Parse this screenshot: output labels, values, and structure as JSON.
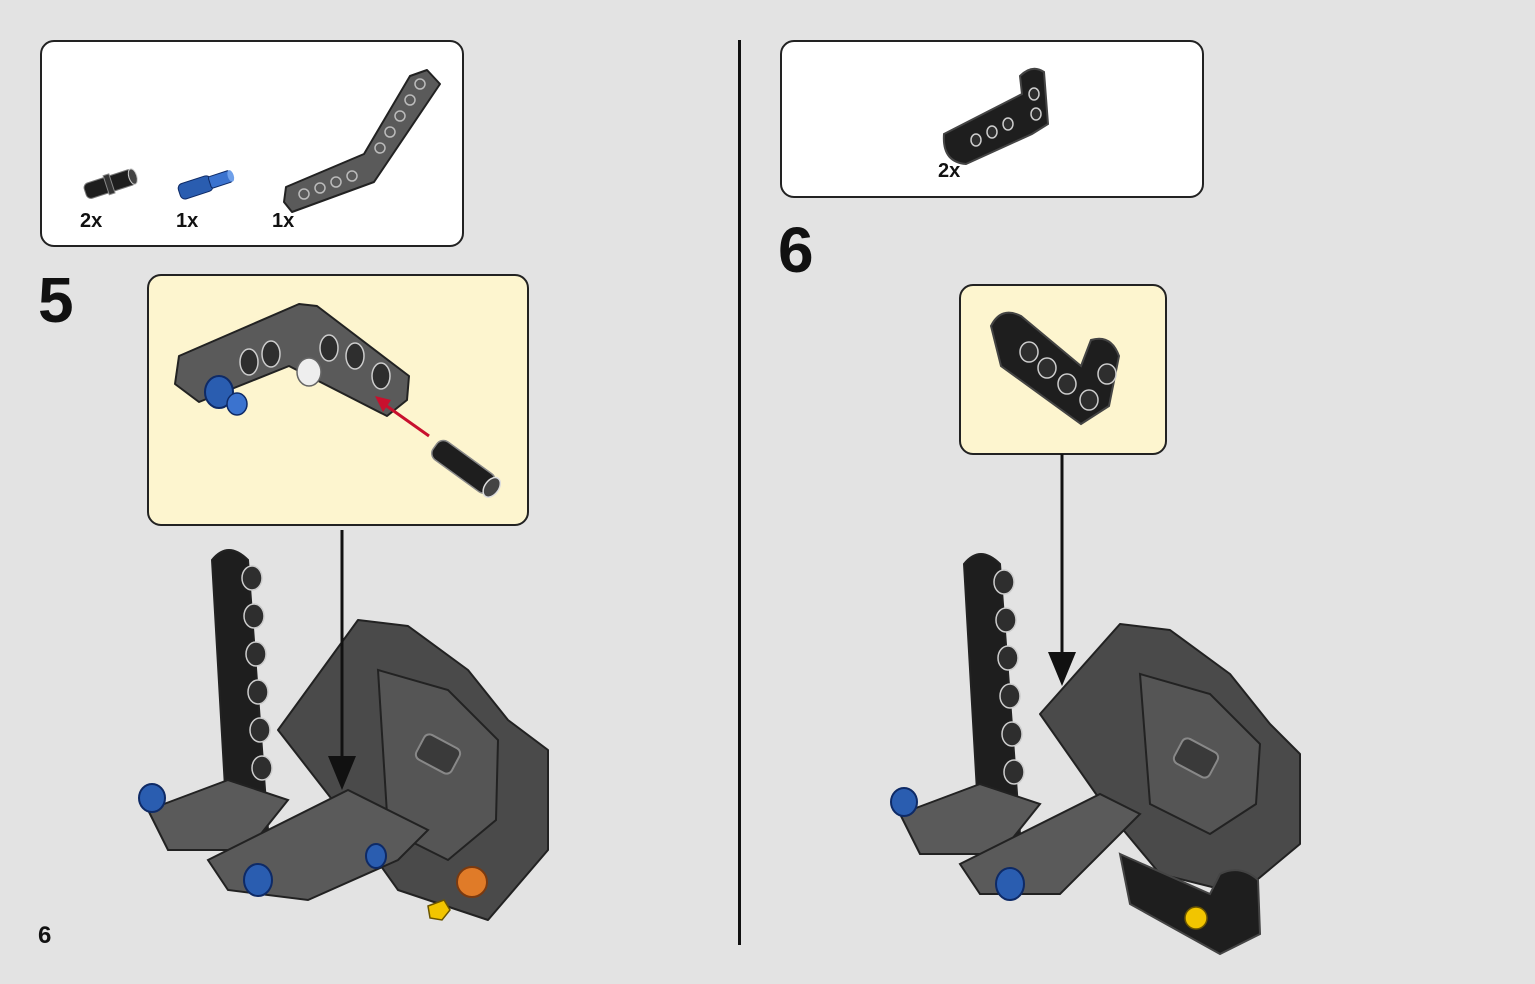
{
  "page": {
    "number": "6"
  },
  "steps": [
    {
      "number": "5",
      "parts": [
        {
          "name": "black-friction-pin",
          "qty": "2x"
        },
        {
          "name": "blue-axle-pin",
          "qty": "1x"
        },
        {
          "name": "dark-gray-bent-beam",
          "qty": "1x"
        }
      ]
    },
    {
      "number": "6",
      "parts": [
        {
          "name": "black-l-beam",
          "qty": "2x"
        }
      ]
    }
  ],
  "colors": {
    "background": "#e3e3e3",
    "subassembly": "#fdf5cf",
    "beam_dark": "#555555",
    "black_part": "#1e1e1e",
    "blue_part": "#2a5db0",
    "arrow_red": "#c8102e",
    "yellow_part": "#f2c500",
    "orange_part": "#e07b28"
  }
}
